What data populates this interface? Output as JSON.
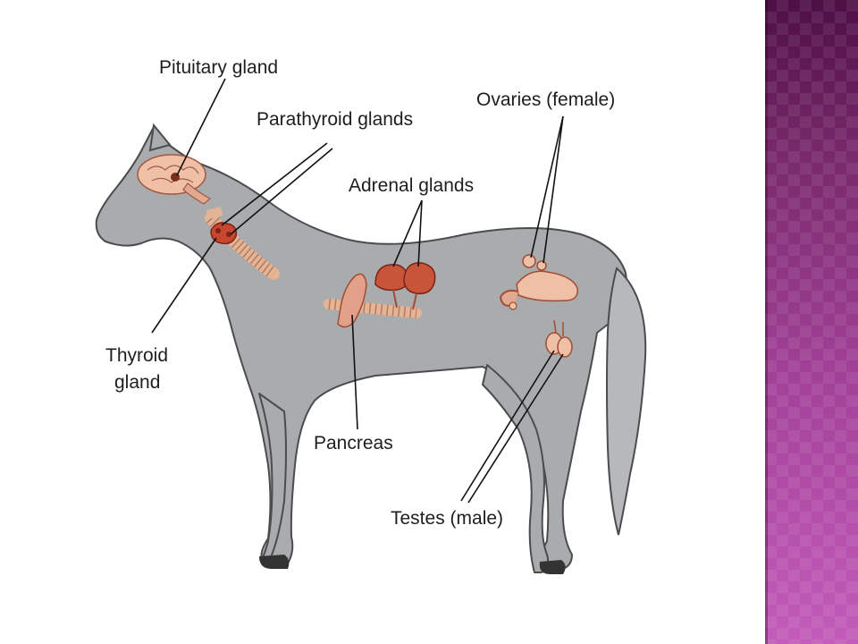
{
  "labels": {
    "pituitary": "Pituitary gland",
    "parathyroid": "Parathyroid glands",
    "adrenal": "Adrenal glands",
    "ovaries": "Ovaries (female)",
    "thyroid_line1": "Thyroid",
    "thyroid_line2": "gland",
    "pancreas": "Pancreas",
    "testes": "Testes (male)"
  },
  "colors": {
    "horse_body": "#a9abad",
    "horse_outline": "#4a4c4e",
    "organ": "#e8b8a0",
    "gland_dark": "#c8452e",
    "side_band": "#a4429a"
  }
}
